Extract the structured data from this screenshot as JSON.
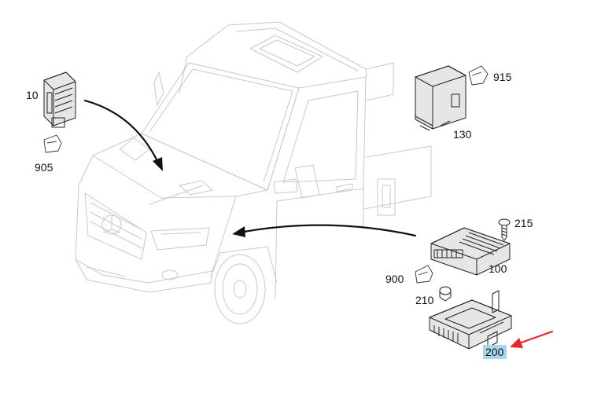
{
  "diagram": {
    "callouts": {
      "c10": "10",
      "c905": "905",
      "c915": "915",
      "c130": "130",
      "c215": "215",
      "c100": "100",
      "c900": "900",
      "c210": "210",
      "c200": "200"
    },
    "highlighted_callout": "200",
    "colors": {
      "highlight": "#a9d6ec",
      "pointer_arrow": "#e8262a",
      "vehicle_outline": "#c8c8c8",
      "part_outline": "#222222"
    }
  }
}
